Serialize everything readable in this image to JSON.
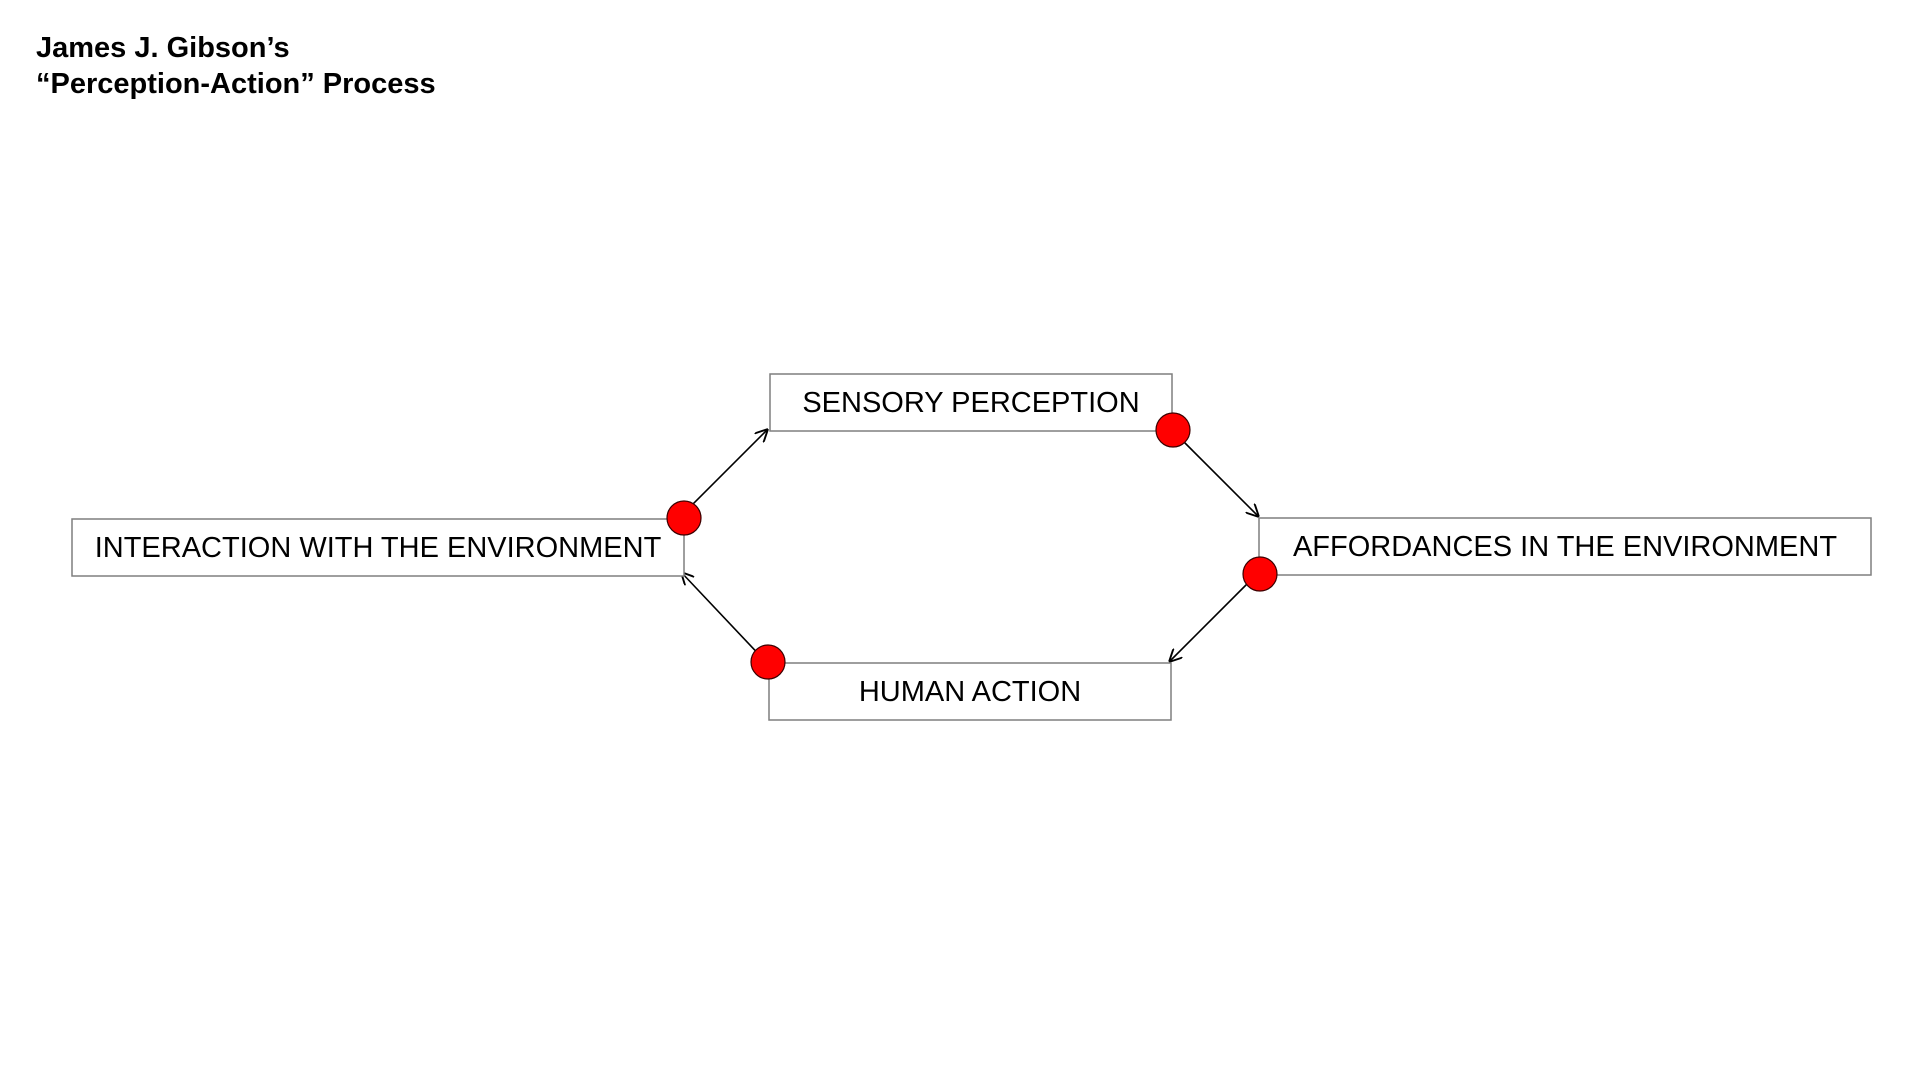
{
  "title": {
    "line1": "James J. Gibson’s",
    "line2": "“Perception-Action” Process"
  },
  "nodes": {
    "sensory": "SENSORY PERCEPTION",
    "affordances": "AFFORDANCES IN THE ENVIRONMENT",
    "human_action": "HUMAN ACTION",
    "interaction": "INTERACTION WITH THE ENVIRONMENT"
  },
  "colors": {
    "marker": "#ff0000",
    "box_border": "#7f7f7f",
    "arrow": "#000000"
  }
}
